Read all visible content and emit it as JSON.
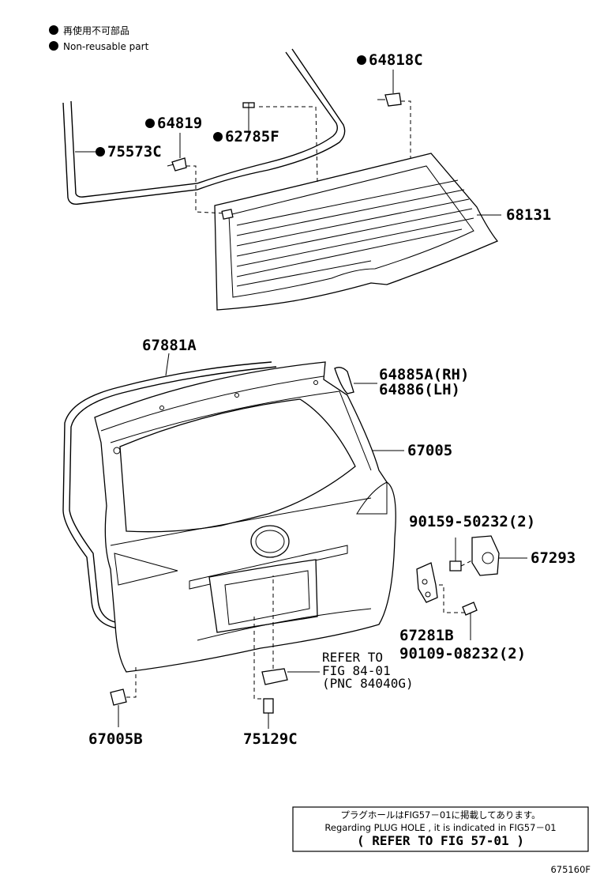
{
  "legend": {
    "line1": "再使用不可部品",
    "line2": "Non-reusable part"
  },
  "parts": {
    "p64818C": "64818C",
    "p64819": "64819",
    "p62785F": "62785F",
    "p75573C": "75573C",
    "p68131": "68131",
    "p67881A": "67881A",
    "p64885A": "64885A(RH)",
    "p64886": "64886(LH)",
    "p67005": "67005",
    "p90159": "90159-50232(2)",
    "p67293": "67293",
    "p67281B": "67281B",
    "p90109": "90109-08232(2)",
    "p67005B": "67005B",
    "p75129C": "75129C"
  },
  "refer": {
    "line1": "REFER TO",
    "line2": "FIG 84-01",
    "line3": "(PNC 84040G)"
  },
  "notebox": {
    "line1": "プラグホールはFIG57－01に掲載してあります。",
    "line2": "Regarding PLUG HOLE , it is indicated in FIG57－01",
    "line3": "( REFER TO FIG 57-01 )"
  },
  "figure_id": "675160F"
}
